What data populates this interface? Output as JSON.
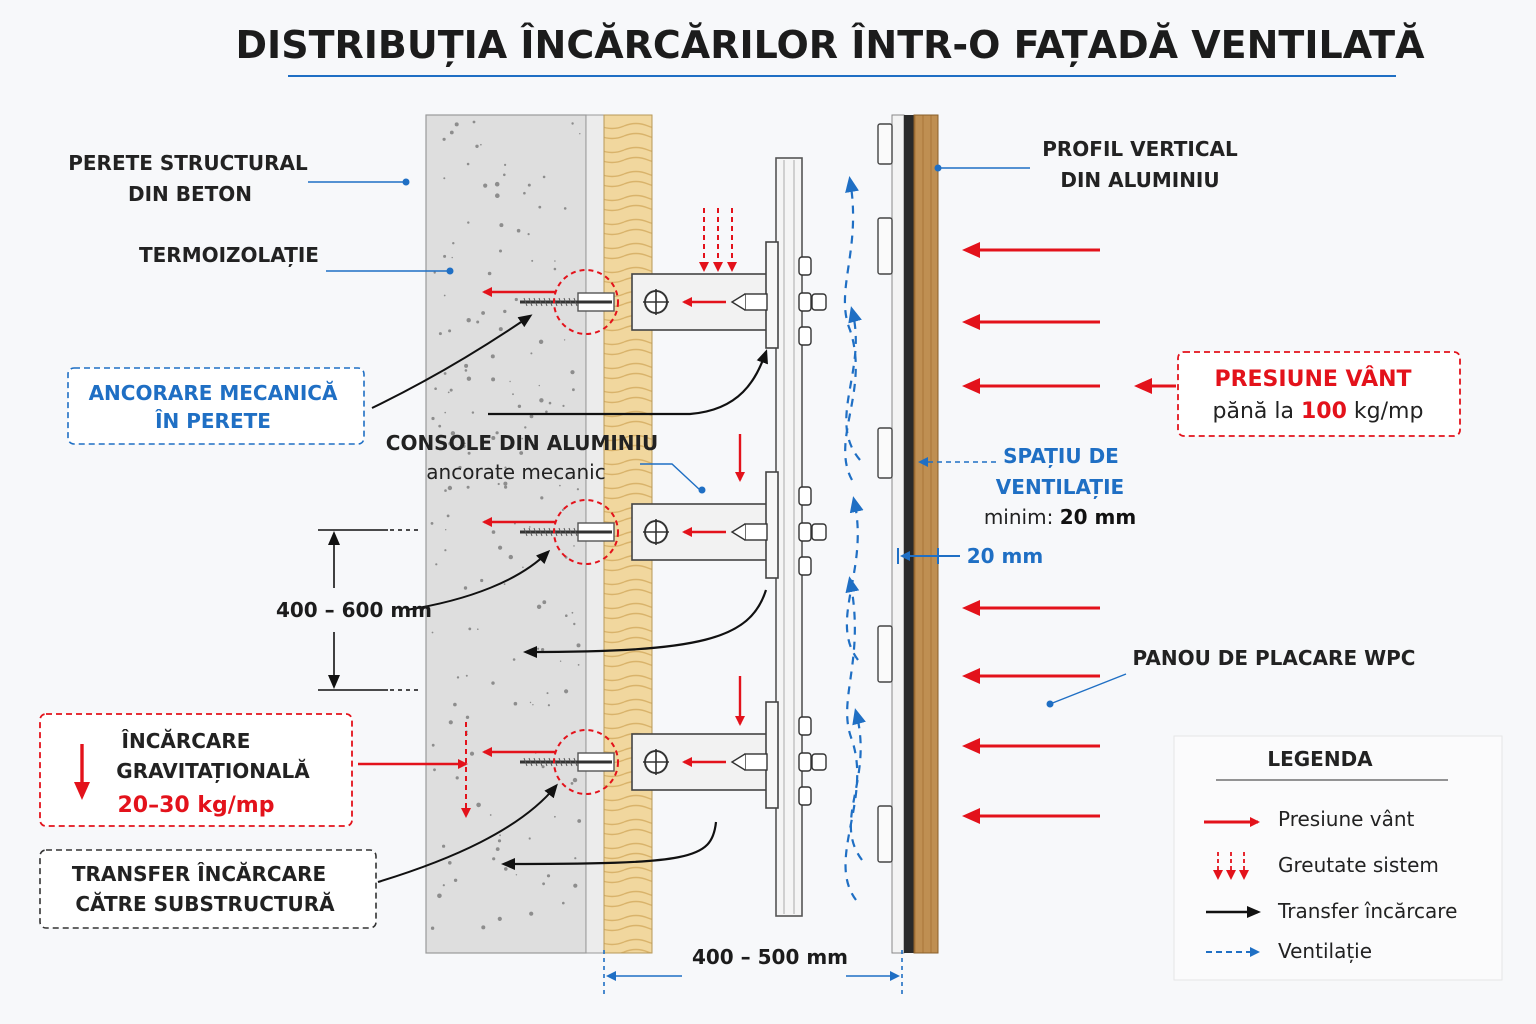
{
  "title": "DISTRIBUȚIA ÎNCĂRCĂRILOR ÎNTR-O FAȚADĂ VENTILATĂ",
  "labels": {
    "wall_line1": "PERETE STRUCTURAL",
    "wall_line2": "DIN BETON",
    "insulation": "TERMOIZOLAȚIE",
    "anchor_line1": "ANCORARE MECANICĂ",
    "anchor_line2": "ÎN PERETE",
    "console_line1": "CONSOLE DIN ALUMINIU",
    "console_line2": "ancorate mecanic",
    "profile_line1": "PROFIL VERTICAL",
    "profile_line2": "DIN ALUMINIU",
    "wind_title": "PRESIUNE VÂNT",
    "wind_pre": "pănă la ",
    "wind_value": "100",
    "wind_unit": " kg/mp",
    "vent_line1": "SPAȚIU DE",
    "vent_line2": "VENTILAȚIE",
    "vent_min_label": "minim: ",
    "vent_min_value": "20 mm",
    "gap_value": "20 mm",
    "panel": "PANOU DE PLACARE WPC",
    "spacing_vertical": "400 – 600 mm",
    "gravity_line1": "ÎNCĂRCARE",
    "gravity_line2": "GRAVITAȚIONALĂ",
    "gravity_value": "20–30 kg/mp",
    "transfer_line1": "TRANSFER ÎNCĂRCARE",
    "transfer_line2": "CĂTRE SUBSTRUCTURĂ",
    "spacing_horizontal": "400 – 500 mm"
  },
  "legend": {
    "title": "LEGENDA",
    "items": [
      {
        "label": "Presiune vânt",
        "icon": "red-arrow-icon"
      },
      {
        "label": "Greutate sistem",
        "icon": "red-dashed-down-arrows-icon"
      },
      {
        "label": "Transfer încărcare",
        "icon": "black-arrow-icon"
      },
      {
        "label": "Ventilație",
        "icon": "blue-dashed-arrow-icon"
      }
    ]
  },
  "colors": {
    "red": "#e3121b",
    "blue": "#1f6fc4",
    "concrete": "#dcdcdc",
    "insulation": "#f0d69a",
    "wood": "#b98a4e"
  }
}
